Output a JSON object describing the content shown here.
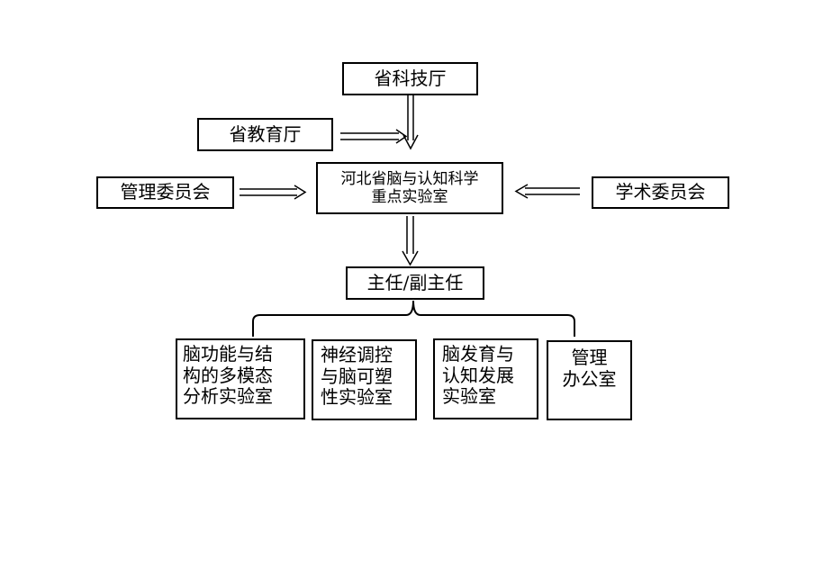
{
  "diagram": {
    "nodes": {
      "kejiting": "省科技厅",
      "jiaoyuting": "省教育厅",
      "main": "河北省脑与认知科学\n重点实验室",
      "guanli": "管理委员会",
      "xueshu": "学术委员会",
      "zhuren": "主任/副主任",
      "lab1": "脑功能与结\n构的多模态\n分析实验室",
      "lab2": "神经调控\n与脑可塑\n性实验室",
      "lab3": "脑发育与\n认知发展\n实验室",
      "office": "管理\n办公室"
    },
    "edges": [
      {
        "from": "kejiting",
        "to": "main",
        "style": "double-arrow"
      },
      {
        "from": "jiaoyuting",
        "to": "main",
        "style": "double-arrow"
      },
      {
        "from": "guanli",
        "to": "main",
        "style": "double-arrow"
      },
      {
        "from": "xueshu",
        "to": "main",
        "style": "double-arrow"
      },
      {
        "from": "main",
        "to": "zhuren",
        "style": "double-arrow"
      },
      {
        "from": "zhuren",
        "to": [
          "lab1",
          "lab2",
          "lab3",
          "office"
        ],
        "style": "brace"
      }
    ],
    "line_color": "#000000",
    "box_border_color": "#000000"
  }
}
